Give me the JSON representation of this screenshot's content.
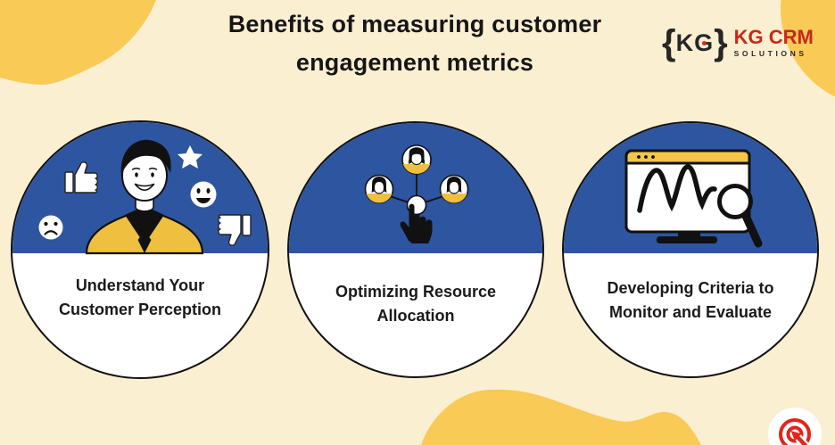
{
  "header": {
    "title_line1": "Benefits of measuring customer",
    "title_line2": "engagement metrics"
  },
  "logo": {
    "mark_open_brace": "{",
    "mark_letters": "KG",
    "mark_close_brace": "}",
    "name_line1": "KG CRM",
    "name_line2": "SOLUTIONS"
  },
  "cards": [
    {
      "id": "customer-perception",
      "label_line1": "Understand Your",
      "label_line2": "Customer Perception",
      "icons": [
        "thumbs-up-icon",
        "sad-face-icon",
        "customer-person-icon",
        "star-icon",
        "happy-face-icon",
        "thumbs-down-icon"
      ]
    },
    {
      "id": "resource-allocation",
      "label_line1": "Optimizing Resource",
      "label_line2": "Allocation",
      "icons": [
        "people-network-icon",
        "pointer-hand-icon"
      ]
    },
    {
      "id": "monitor-evaluate",
      "label_line1": "Developing Criteria to",
      "label_line2": "Monitor and Evaluate",
      "icons": [
        "monitor-chart-icon",
        "magnifier-icon"
      ]
    }
  ],
  "footer": {
    "badge_icon": "target-arrow-icon"
  },
  "colors": {
    "background": "#FBEFD2",
    "blob_yellow": "#FACA57",
    "circle_blue": "#2E55A0",
    "outline_black": "#111111",
    "text_dark": "#1A1A1A",
    "logo_red": "#C8281A",
    "badge_red": "#E1251B",
    "shirt_yellow": "#EFBF3F",
    "white": "#FFFFFF"
  }
}
